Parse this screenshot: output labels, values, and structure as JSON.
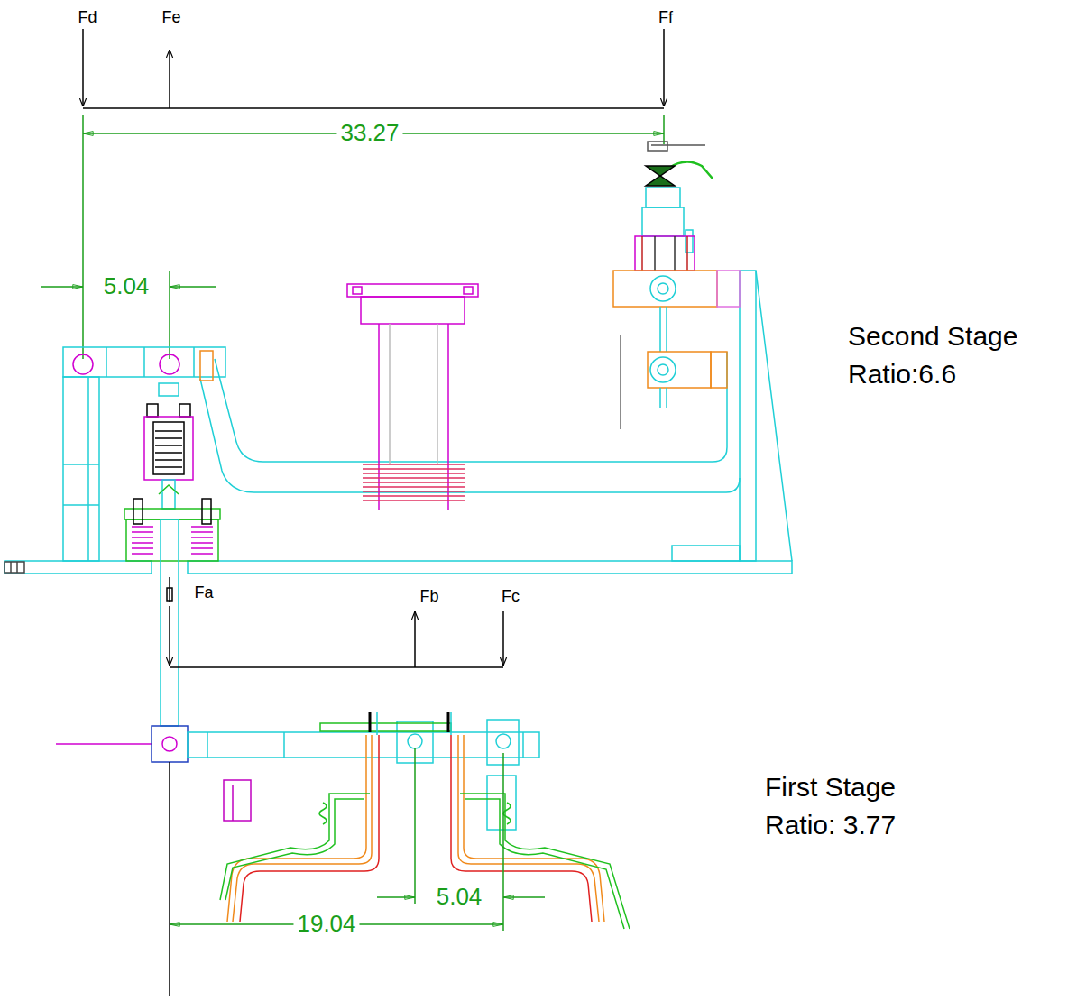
{
  "diagram": {
    "labels": [
      "Fd",
      "Fe",
      "Ff",
      "33.27",
      "5.04",
      "Second Stage Ratio:6.6",
      "Fa",
      "Fb",
      "Fc",
      "5.04",
      "19.04",
      "First Stage Ratio: 3.77"
    ]
  }
}
